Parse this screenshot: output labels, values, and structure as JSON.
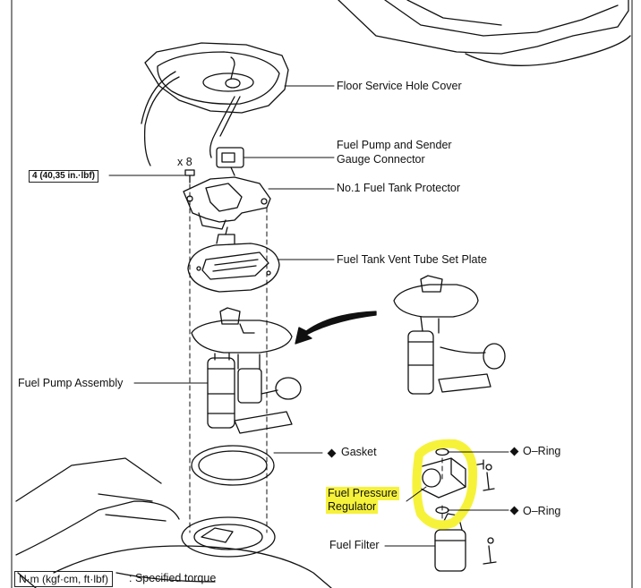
{
  "labels": {
    "floor_cover": "Floor Service Hole Cover",
    "connector_line1": "Fuel Pump and Sender",
    "connector_line2": "Gauge Connector",
    "protector": "No.1 Fuel Tank Protector",
    "vent_plate": "Fuel Tank Vent Tube Set Plate",
    "pump_assembly": "Fuel Pump Assembly",
    "gasket": "Gasket",
    "oring_top": "O–Ring",
    "oring_bottom": "O–Ring",
    "regulator_line1": "Fuel  Pressure",
    "regulator_line2": "Regulator",
    "filter": "Fuel Filter",
    "bolt_count": "x 8",
    "torque_spec": "4 (40,35 in.·lbf)",
    "legend_units": "N·m (kgf·cm, ft·lbf)",
    "legend_text": ": Specified torque"
  },
  "colors": {
    "highlight": "#f6f23a",
    "ink": "#111111"
  },
  "icons": {
    "new_part_marker": "diamond-icon"
  }
}
